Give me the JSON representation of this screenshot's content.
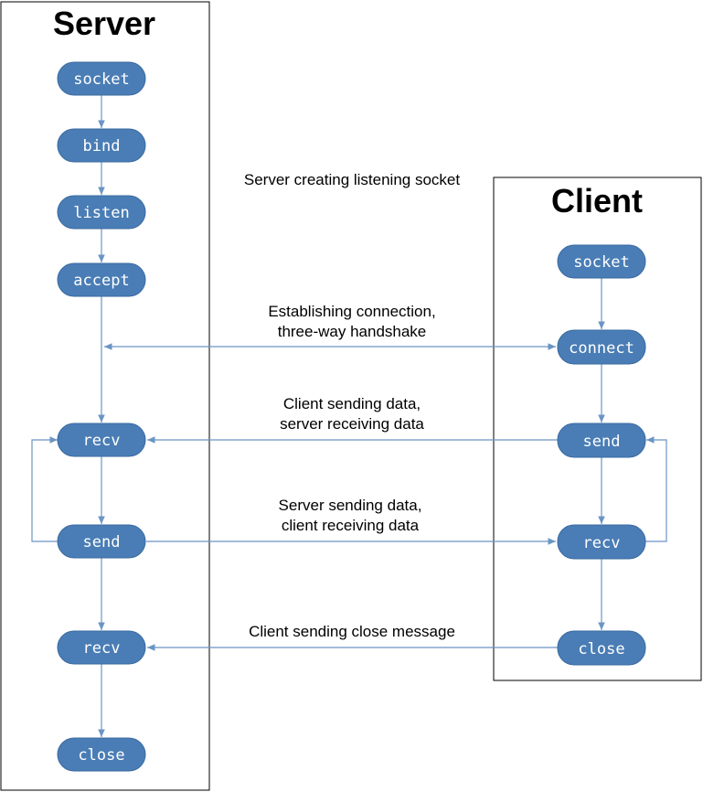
{
  "server": {
    "title": "Server",
    "nodes": {
      "socket": "socket",
      "bind": "bind",
      "listen": "listen",
      "accept": "accept",
      "recv1": "recv",
      "send": "send",
      "recv2": "recv",
      "close": "close"
    }
  },
  "client": {
    "title": "Client",
    "nodes": {
      "socket": "socket",
      "connect": "connect",
      "send": "send",
      "recv": "recv",
      "close": "close"
    }
  },
  "notes": {
    "listening": "Server creating listening socket",
    "handshake_line1": "Establishing connection,",
    "handshake_line2": "three-way handshake",
    "client_send_line1": "Client sending data,",
    "client_send_line2": "server receiving data",
    "server_send_line1": "Server sending data,",
    "server_send_line2": "client receiving data",
    "close_msg": "Client sending close message"
  },
  "colors": {
    "node_fill": "#4a7db5",
    "edge": "#6a95c4"
  }
}
